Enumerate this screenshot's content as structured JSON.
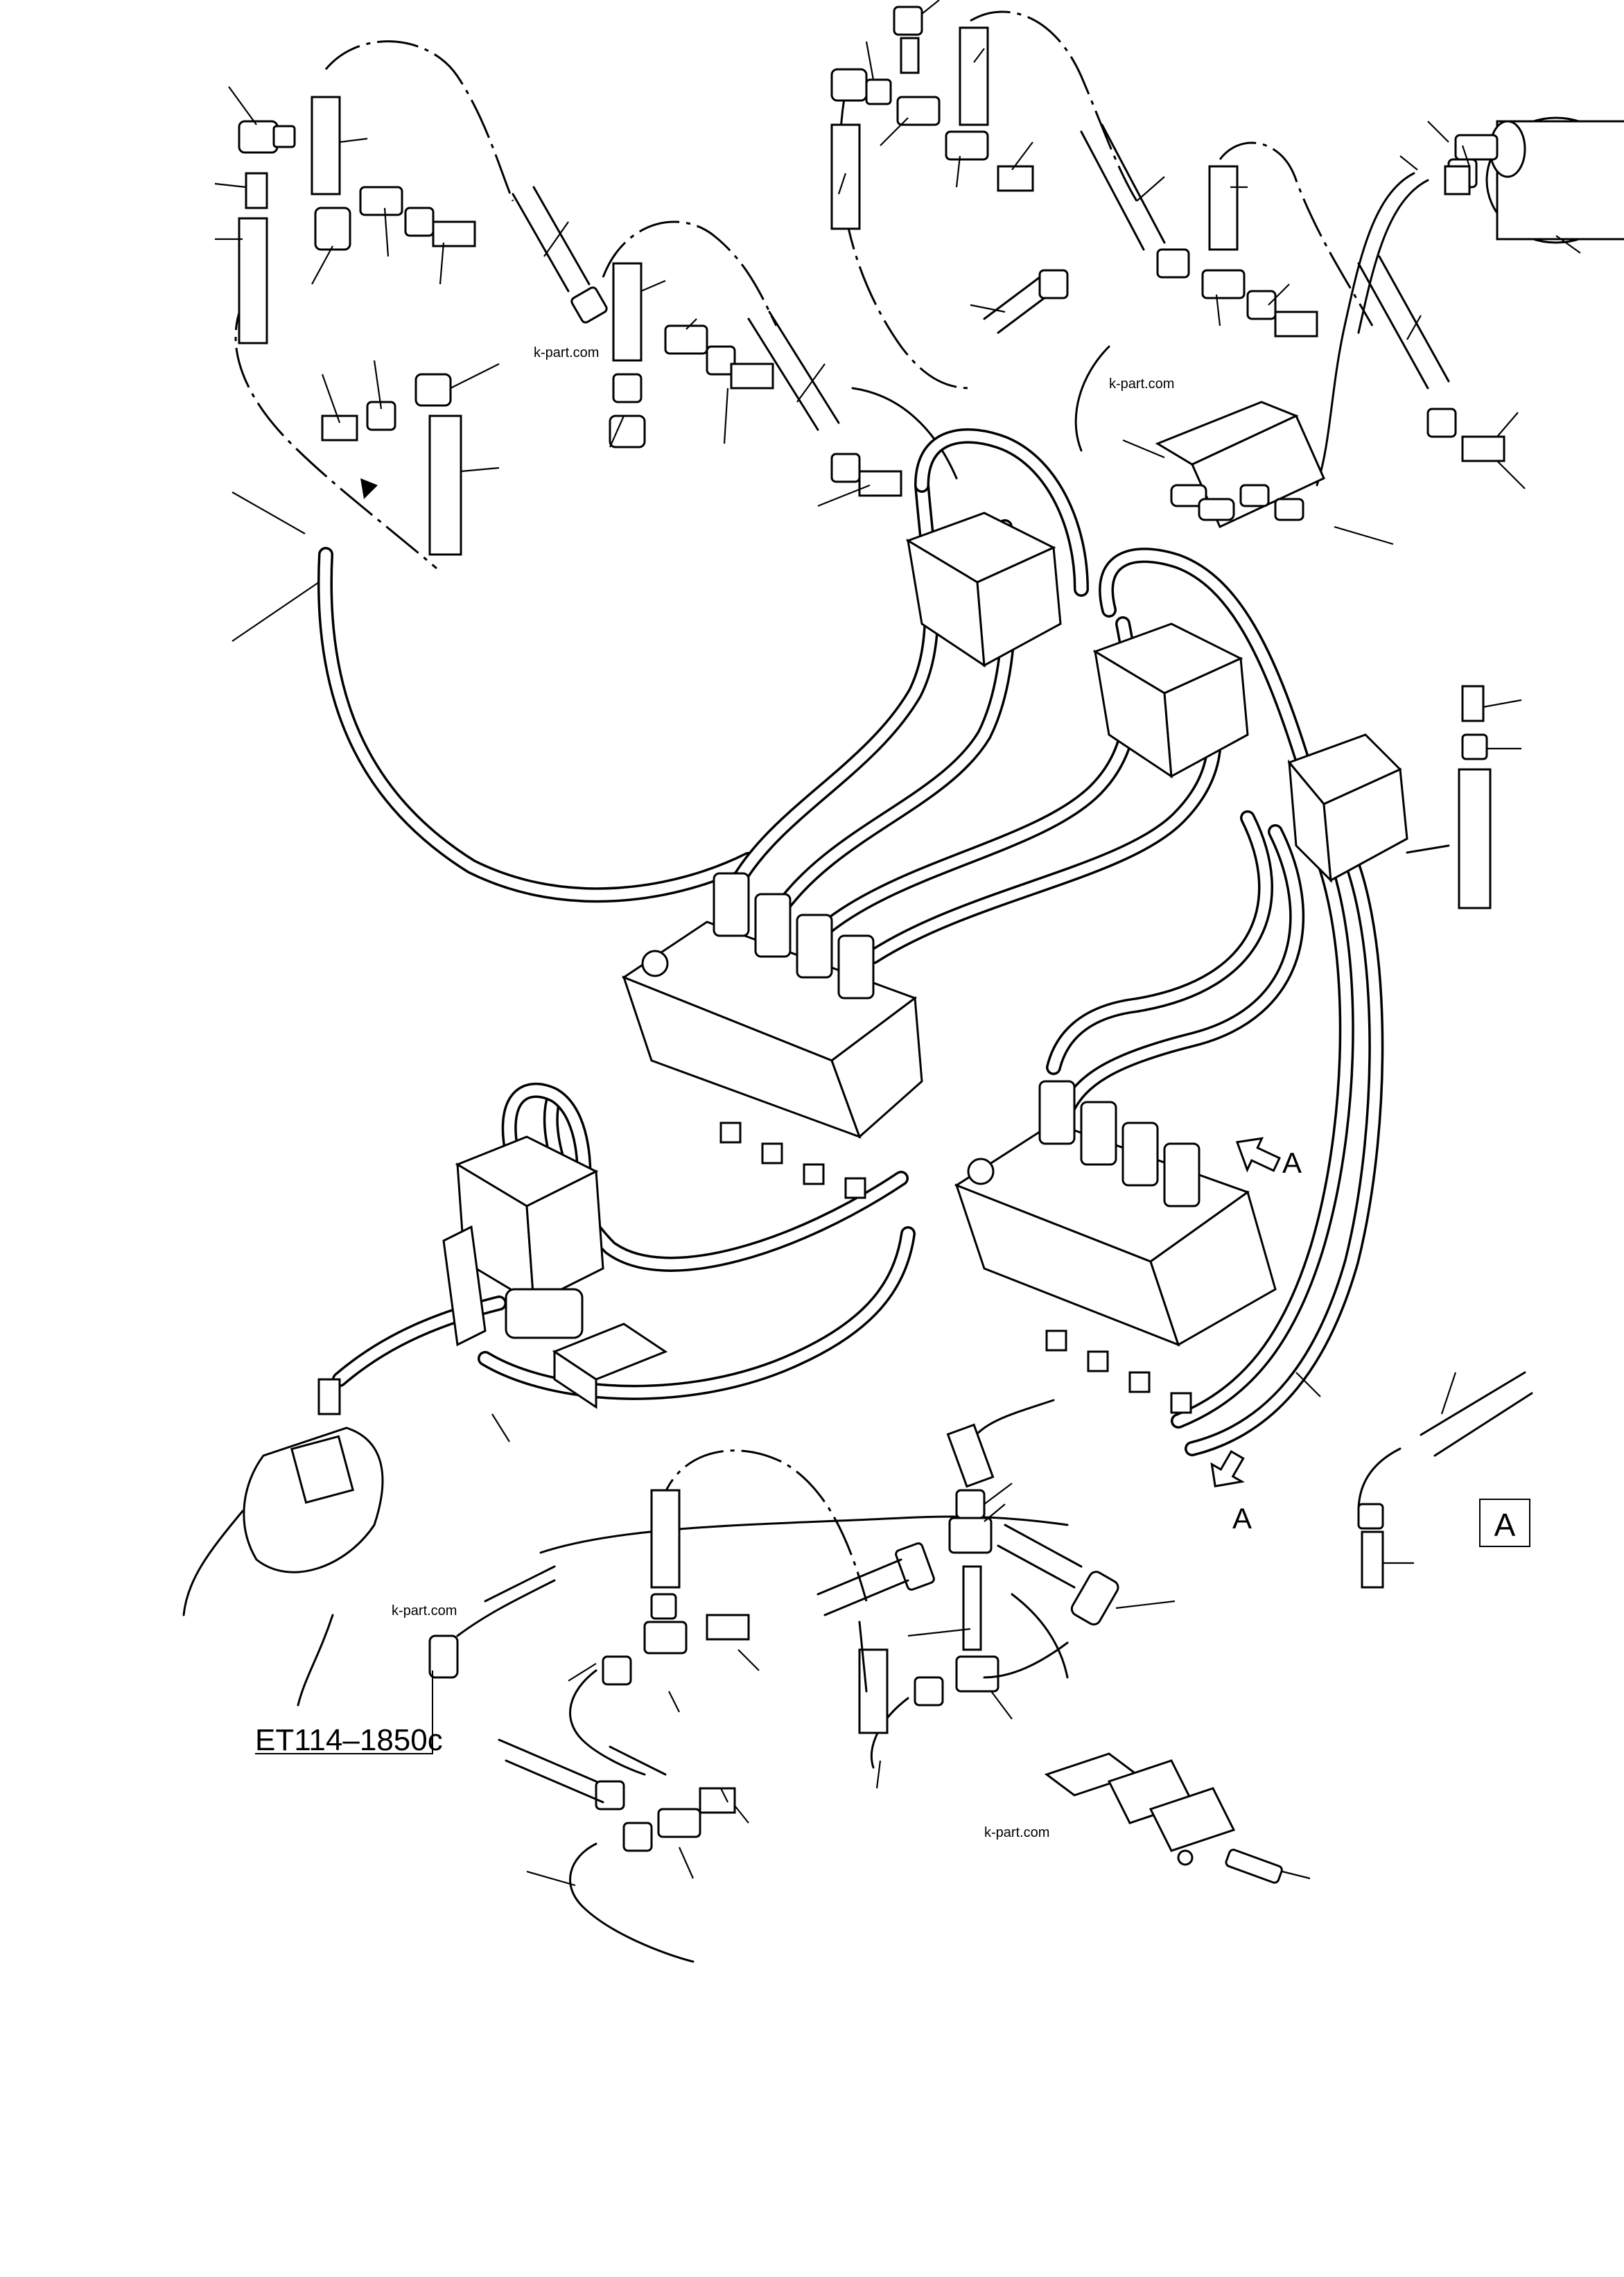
{
  "drawing": {
    "reference": "ET114–1850c",
    "view_label": "A",
    "view_callouts": [
      "A",
      "A"
    ],
    "watermarks": [
      "k-part.com",
      "k-part.com",
      "k-part.com",
      "k-part.com"
    ]
  }
}
